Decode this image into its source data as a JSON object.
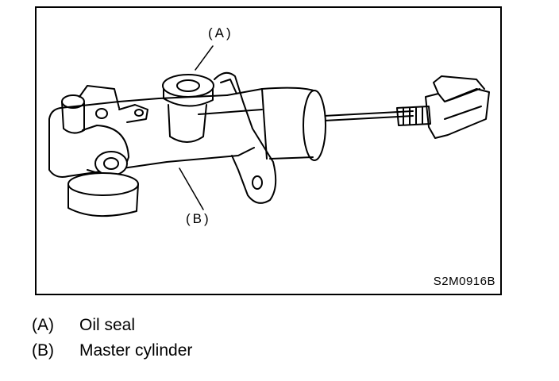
{
  "figure": {
    "callouts": {
      "a": "(A)",
      "b": "(B)"
    },
    "code": "S2M0916B"
  },
  "legend": [
    {
      "key": "(A)",
      "label": "Oil seal"
    },
    {
      "key": "(B)",
      "label": "Master cylinder"
    }
  ]
}
